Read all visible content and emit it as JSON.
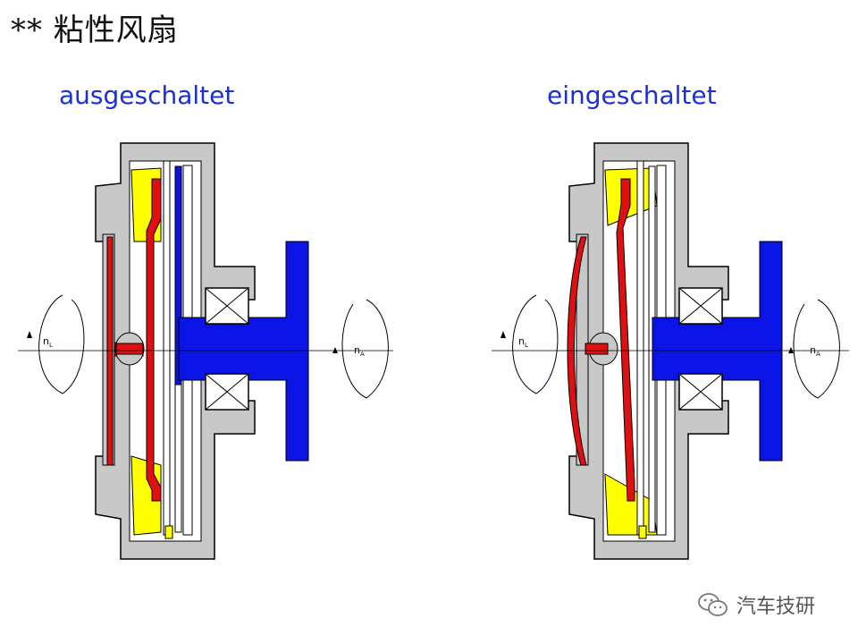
{
  "title": "** 粘性风扇",
  "panels": {
    "left": {
      "label": "ausgeschaltet"
    },
    "right": {
      "label": "eingeschaltet"
    }
  },
  "annotations": {
    "n_left_main": "n",
    "n_left_sub": "L",
    "n_right_main": "n",
    "n_right_sub": "A"
  },
  "watermark": {
    "text": "汽车技研",
    "icon": "wechat-icon"
  },
  "colors": {
    "housing": "#c8c8c8",
    "outline": "#000000",
    "fluid": "#ffff00",
    "shaft": "#0a14e6",
    "valve": "#e01010",
    "label": "#1a2fd6"
  }
}
